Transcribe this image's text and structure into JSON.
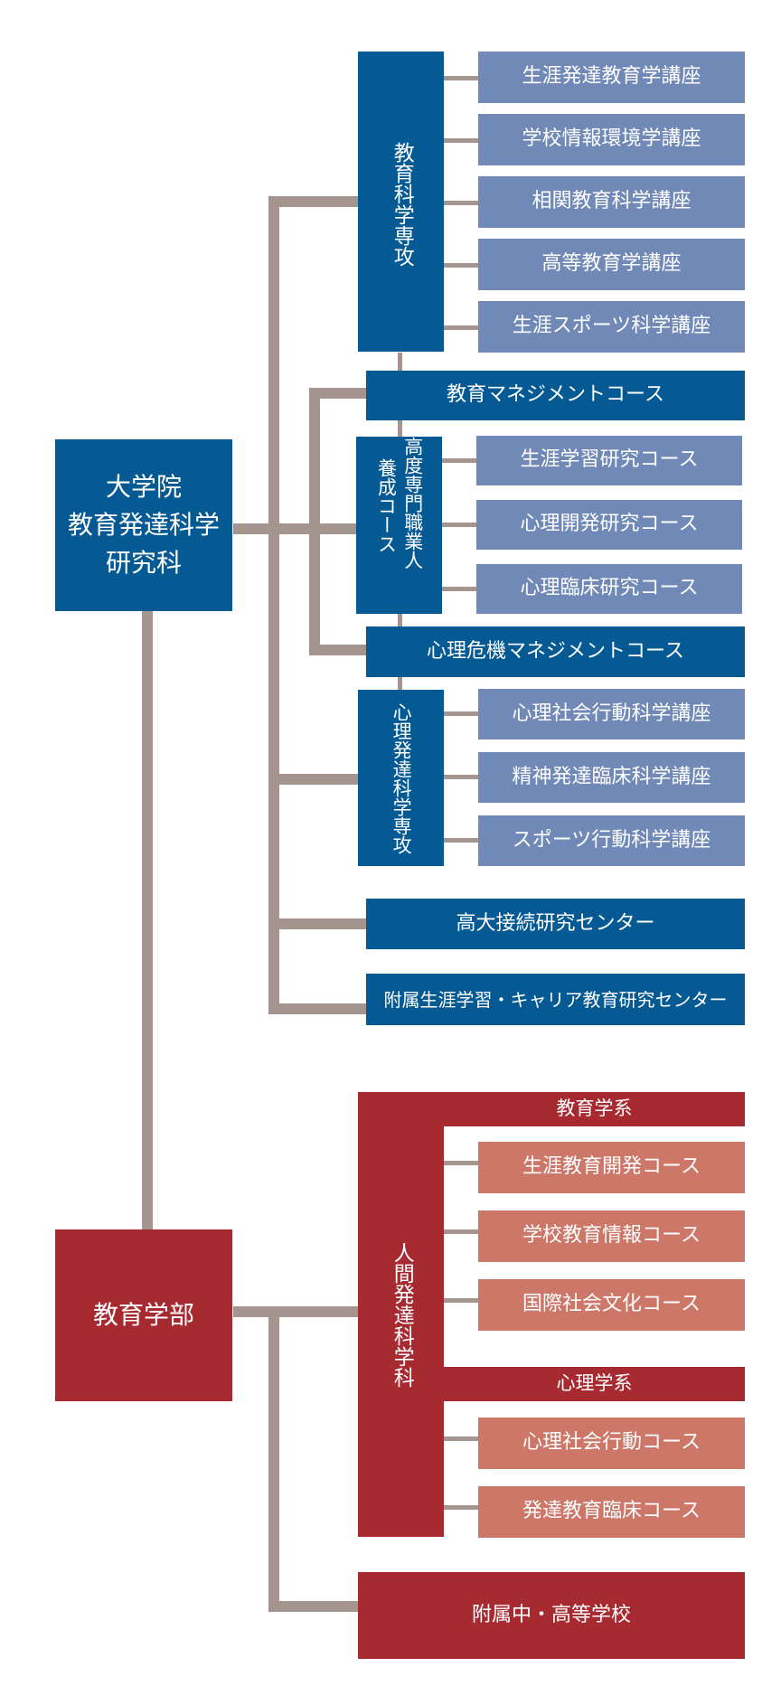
{
  "graduate": {
    "title_lines": [
      "大学院",
      "教育発達科学",
      "研究科"
    ],
    "edu_science_major": {
      "label": "教育科学専攻",
      "courses": [
        "生涯発達教育学講座",
        "学校情報環境学講座",
        "相関教育科学講座",
        "高等教育学講座",
        "生涯スポーツ科学講座"
      ]
    },
    "edu_management_course": "教育マネジメントコース",
    "professional": {
      "label_col1": "高度専門職業人",
      "label_col2": "養成コース",
      "courses": [
        "生涯学習研究コース",
        "心理開発研究コース",
        "心理臨床研究コース"
      ]
    },
    "crisis_management_course": "心理危機マネジメントコース",
    "psych_dev_major": {
      "label": "心理発達科学専攻",
      "courses": [
        "心理社会行動科学講座",
        "精神発達臨床科学講座",
        "スポーツ行動科学講座"
      ]
    },
    "center_highschool_univ": "高大接続研究センター",
    "center_career": "附属生涯学習・キャリア教育研究センター"
  },
  "faculty": {
    "title": "教育学部",
    "human_dev_dept": {
      "label": "人間発達科学科",
      "education_series": {
        "title": "教育学系",
        "courses": [
          "生涯教育開発コース",
          "学校教育情報コース",
          "国際社会文化コース"
        ]
      },
      "psychology_series": {
        "title": "心理学系",
        "courses": [
          "心理社会行動コース",
          "発達教育臨床コース"
        ]
      }
    },
    "attached_school": "附属中・高等学校"
  },
  "colors": {
    "navy": "#065a94",
    "sky": "#7089b6",
    "crimson": "#a82a31",
    "salmon": "#cc7768",
    "connector": "#a4958f"
  }
}
